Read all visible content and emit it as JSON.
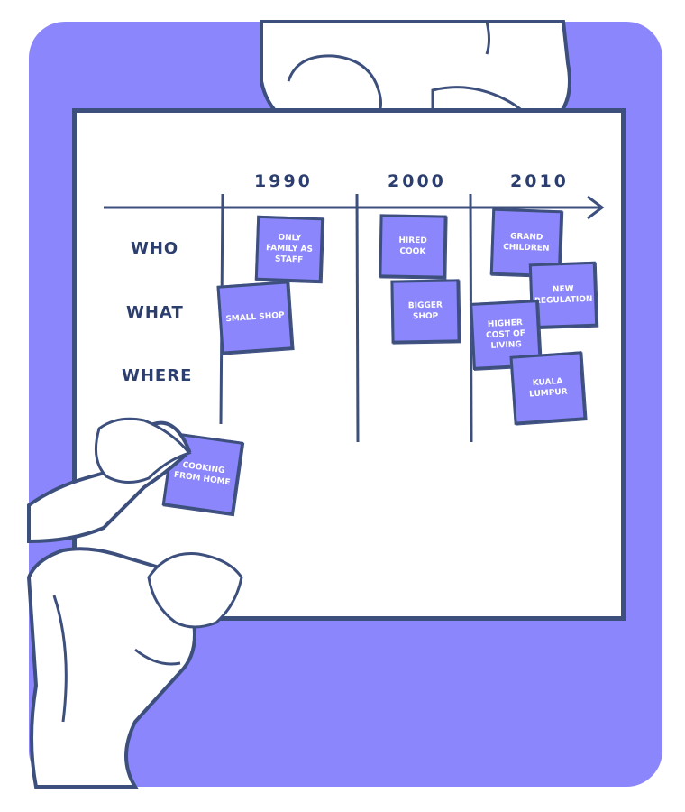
{
  "timeline": {
    "years": [
      "1990",
      "2000",
      "2010"
    ]
  },
  "rows": [
    "WHO",
    "WHAT",
    "WHERE"
  ],
  "notes": {
    "only_family": "ONLY FAMILY AS STAFF",
    "small_shop": "SMALL SHOP",
    "cooking_from_home": "COOKING FROM HOME",
    "hired_cook": "HIRED COOK",
    "bigger_shop": "BIGGER SHOP",
    "grand_children": "GRAND CHILDREN",
    "new_regulation": "NEW REGULATION",
    "higher_cost": "HIGHER COST OF LIVING",
    "kuala_lumpur": "KUALA LUMPUR"
  },
  "colors": {
    "backdrop": "#8b86fb",
    "ink": "#3d4f7c",
    "note": "#8b86fb"
  }
}
